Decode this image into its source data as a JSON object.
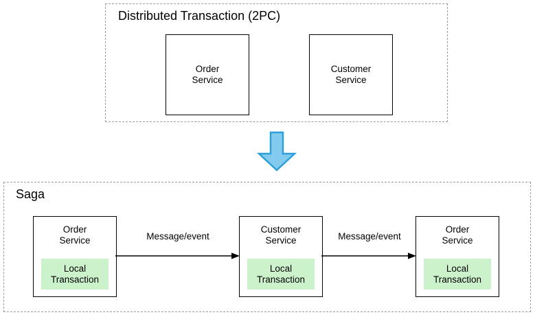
{
  "diagram": {
    "title_semantics": "distributed-transaction-vs-saga",
    "colors": {
      "group_border": "#9a9a9a",
      "box_border": "#000000",
      "box_fill": "#ffffff",
      "local_transaction_fill": "#ccf2cc",
      "blue_arrow_fill": "#82caee",
      "blue_arrow_stroke": "#2a9fdc",
      "text": "#000000"
    }
  },
  "top_group": {
    "title": "Distributed Transaction (2PC)",
    "boxes": [
      {
        "label": "Order\nService"
      },
      {
        "label": "Customer\nService"
      }
    ]
  },
  "transition": {
    "icon": "down-arrow-icon"
  },
  "saga_group": {
    "title": "Saga",
    "boxes": [
      {
        "label": "Order\nService",
        "local_transaction": "Local\nTransaction"
      },
      {
        "label": "Customer\nService",
        "local_transaction": "Local\nTransaction"
      },
      {
        "label": "Order\nService",
        "local_transaction": "Local\nTransaction"
      }
    ],
    "edges": [
      {
        "label": "Message/event"
      },
      {
        "label": "Message/event"
      }
    ]
  }
}
